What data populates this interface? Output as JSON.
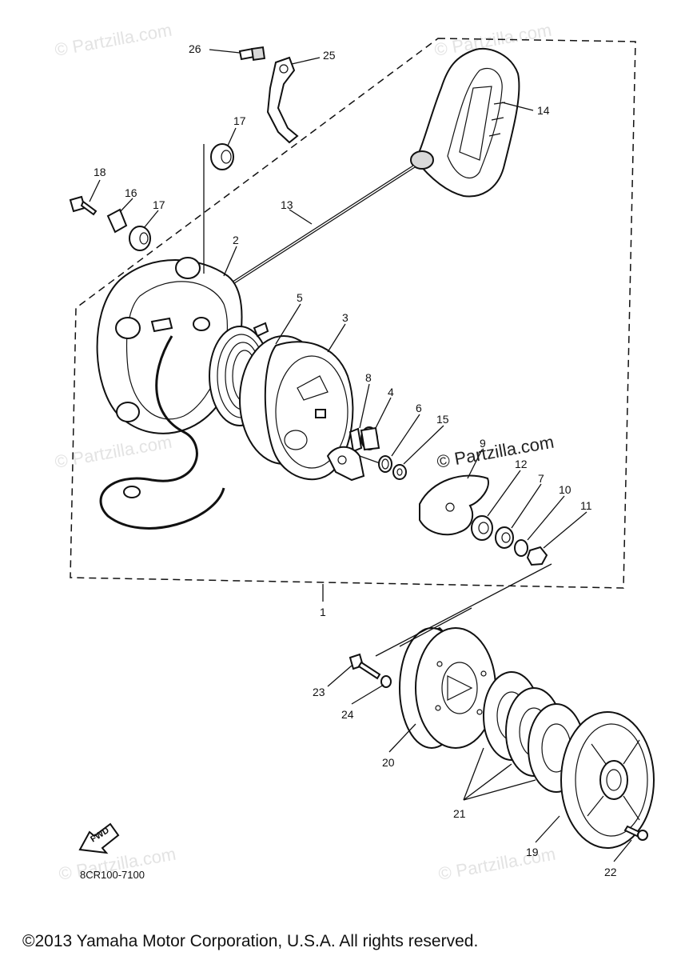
{
  "watermark": "© Partzilla.com",
  "diagram_code": "8CR100-7100",
  "fwd_label": "FWD",
  "copyright": "©2013  Yamaha Motor Corporation, U.S.A. All rights reserved.",
  "callouts": {
    "c1": "1",
    "c2": "2",
    "c3": "3",
    "c4": "4",
    "c5": "5",
    "c6": "6",
    "c7": "7",
    "c8": "8",
    "c9": "9",
    "c10": "10",
    "c11": "11",
    "c12": "12",
    "c13": "13",
    "c14": "14",
    "c15": "15",
    "c16": "16",
    "c17a": "17",
    "c17b": "17",
    "c18": "18",
    "c19": "19",
    "c20": "20",
    "c21": "21",
    "c22": "22",
    "c23": "23",
    "c24": "24",
    "c25": "25",
    "c26": "26"
  }
}
